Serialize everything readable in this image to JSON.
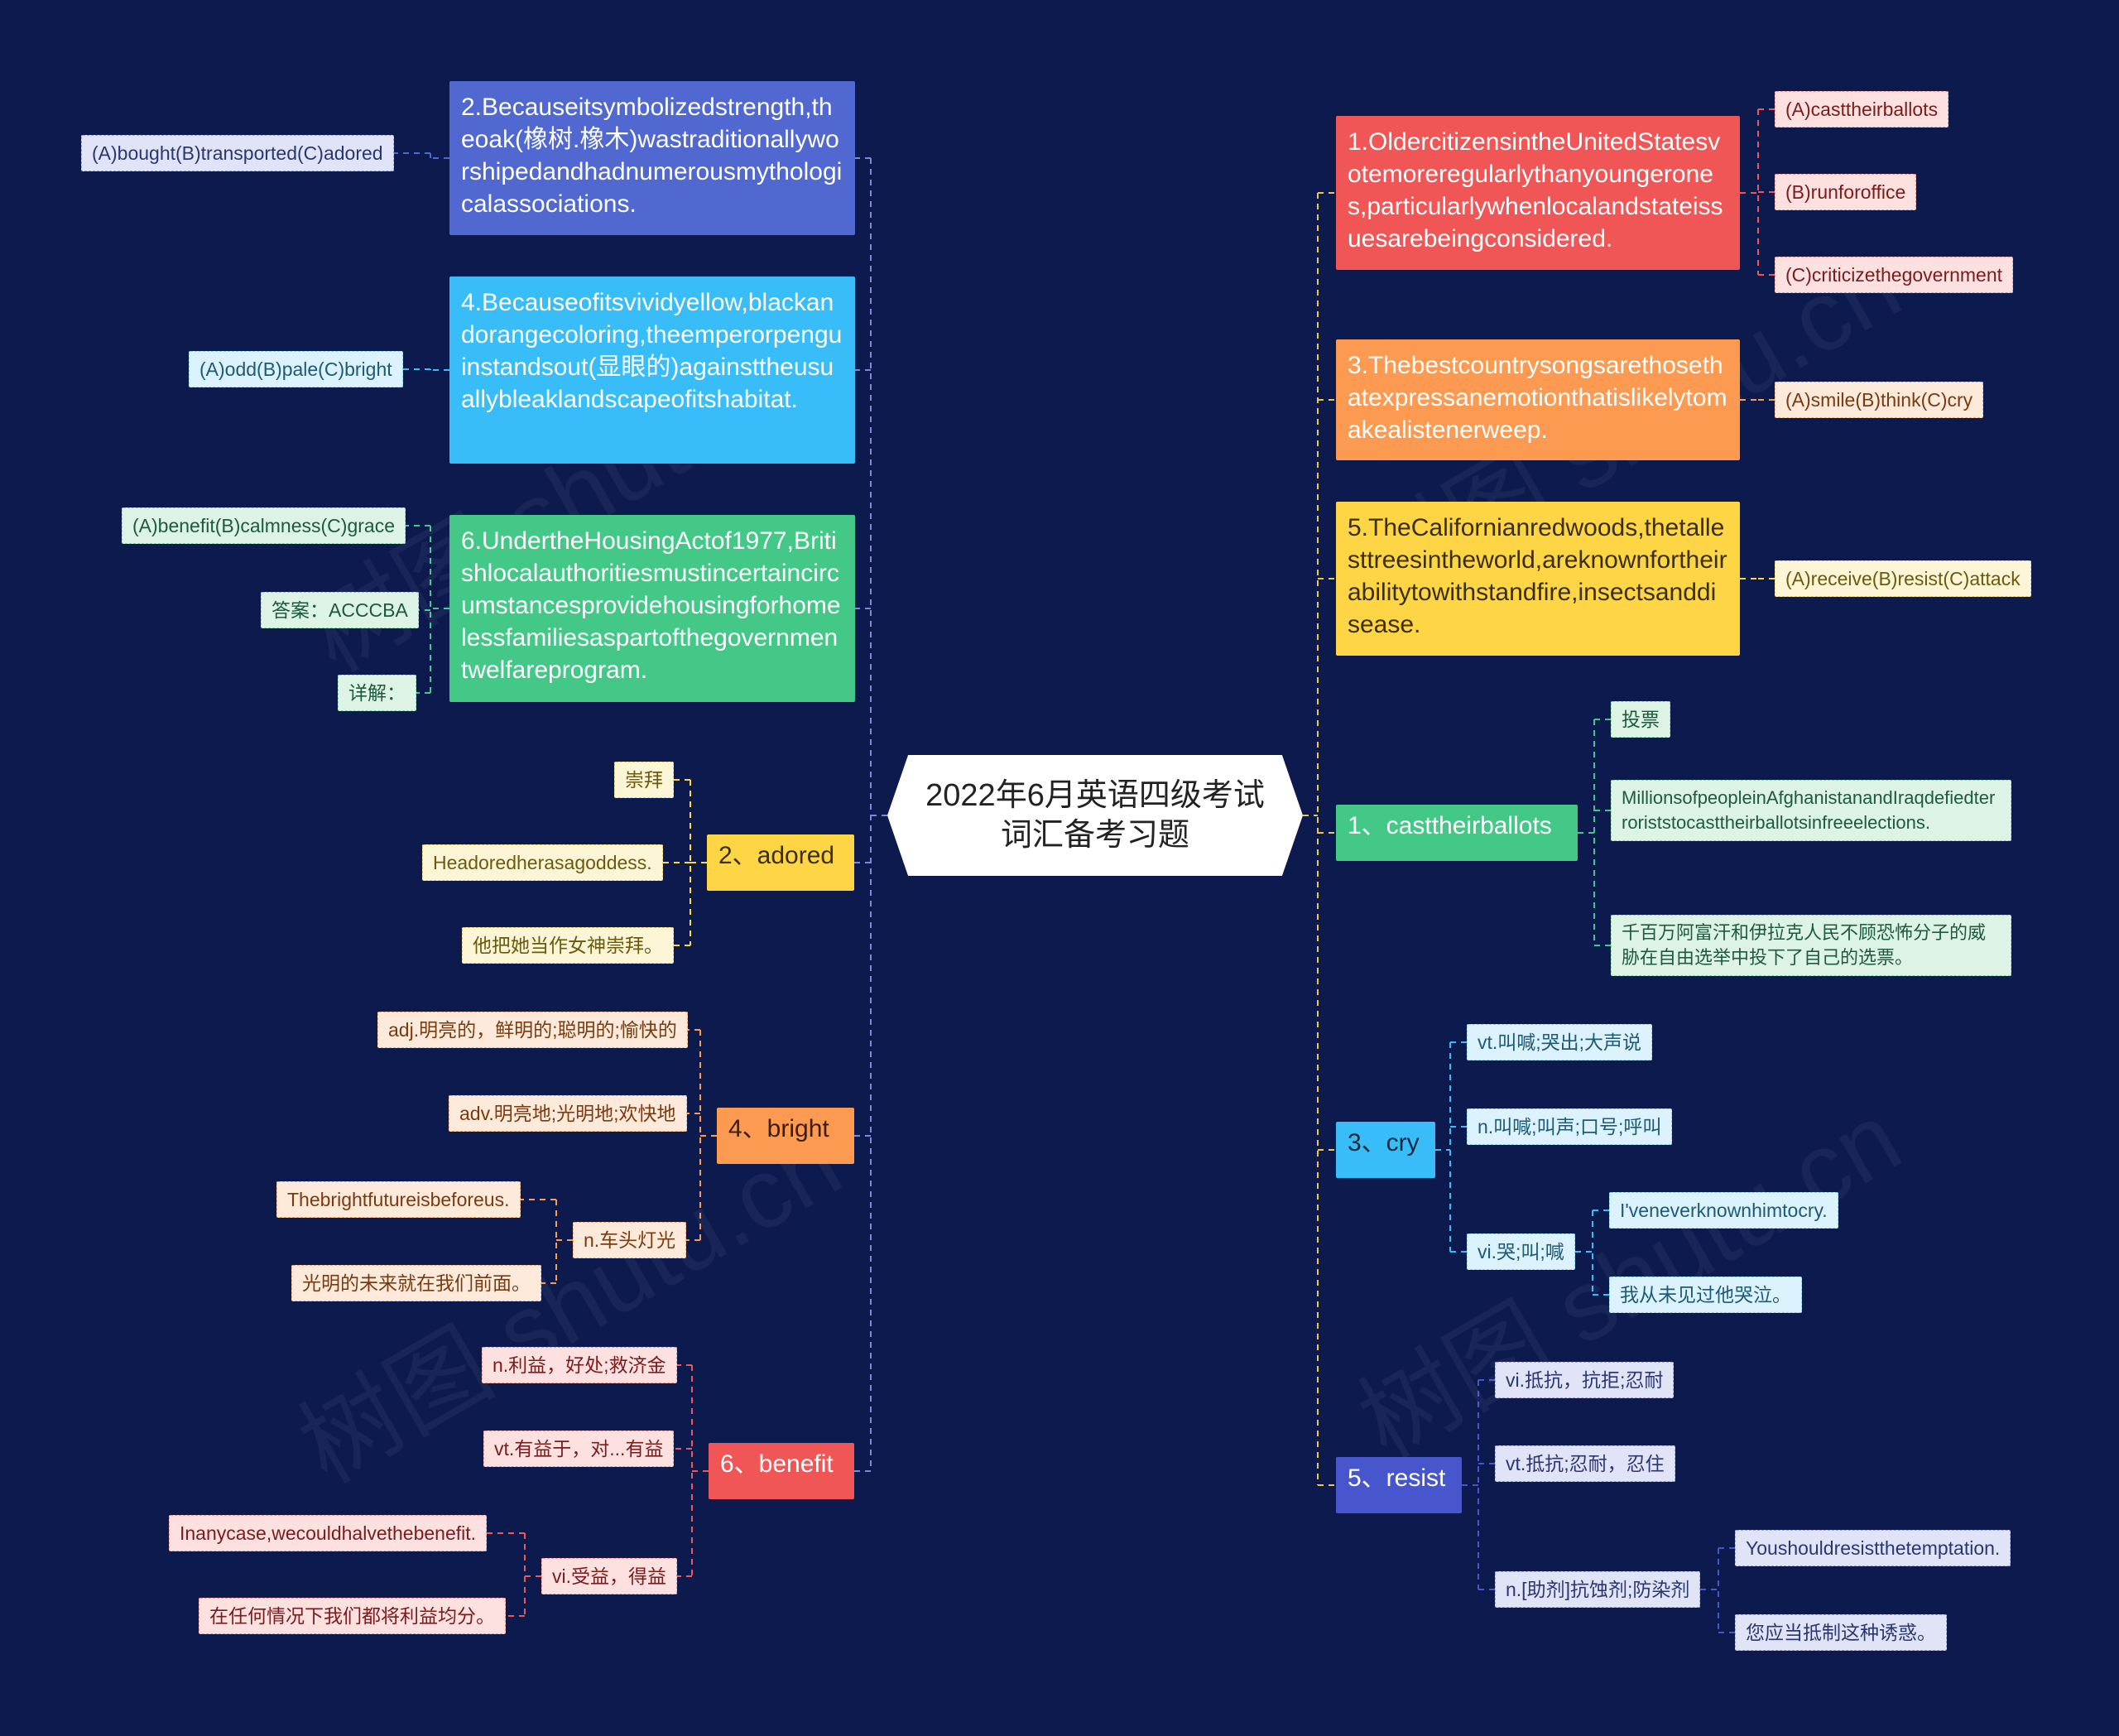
{
  "root": {
    "line1": "2022年6月英语四级考试",
    "line2": "词汇备考习题"
  },
  "left": {
    "q2": {
      "text": "2.Becauseitsymbolizedstrength,theoak(橡树.橡木)wastraditionallyworshipedandhadnumerousmythologicalassociations.",
      "options": "(A)bought(B)transported(C)adored"
    },
    "q4": {
      "text": "4.Becauseofitsvividyellow,blackandorangecoloring,theemperorpenguinstandsout(显眼的)againsttheusuallybleaklandscapeofitshabitat.",
      "options": "(A)odd(B)pale(C)bright"
    },
    "q6": {
      "text": "6.UndertheHousingActof1977,Britishlocalauthoritiesmustincertaincircumstancesprovidehousingforhomelessfamiliesaspartofthegovernmentwelfareprogram.",
      "options": "(A)benefit(B)calmness(C)grace",
      "answer": "答案：ACCCBA",
      "explain": "详解："
    },
    "w2": {
      "label": "2、adored",
      "items": [
        "崇拜",
        "Headoredherasagoddess.",
        "他把她当作女神崇拜。"
      ]
    },
    "w4": {
      "label": "4、bright",
      "items": [
        "adj.明亮的，鲜明的;聪明的;愉快的",
        "adv.明亮地;光明地;欢快地"
      ],
      "sub": {
        "label": "n.车头灯光",
        "items": [
          "Thebrightfutureisbeforeus.",
          "光明的未来就在我们前面。"
        ]
      }
    },
    "w6": {
      "label": "6、benefit",
      "items": [
        "n.利益，好处;救济金",
        "vt.有益于，对...有益"
      ],
      "sub": {
        "label": "vi.受益，得益",
        "items": [
          "Inanycase,wecouldhalvethebenefit.",
          "在任何情况下我们都将利益均分。"
        ]
      }
    }
  },
  "right": {
    "q1": {
      "text": "1.OldercitizensintheUnitedStatesvotemoreregularlythanyoungerones,particularlywhenlocalandstateissuesarebeingconsidered.",
      "options": [
        "(A)casttheirballots",
        "(B)runforoffice",
        "(C)criticizethegovernment"
      ]
    },
    "q3": {
      "text": "3.Thebestcountrysongsarethosethatexpressanemotionthatislikelytomakealistenerweep.",
      "options": "(A)smile(B)think(C)cry"
    },
    "q5": {
      "text": "5.TheCalifornianredwoods,thetallesttreesintheworld,areknownfortheirabilitytowithstandfire,insectsanddisease.",
      "options": "(A)receive(B)resist(C)attack"
    },
    "w1": {
      "label": "1、casttheirballots",
      "items": [
        "投票",
        "MillionsofpeopleinAfghanistanandIraqdefiedterroriststocasttheirballotsinfreeelections.",
        "千百万阿富汗和伊拉克人民不顾恐怖分子的威胁在自由选举中投下了自己的选票。"
      ]
    },
    "w3": {
      "label": "3、cry",
      "items": [
        "vt.叫喊;哭出;大声说",
        "n.叫喊;叫声;口号;呼叫"
      ],
      "sub": {
        "label": "vi.哭;叫;喊",
        "items": [
          "I'veneverknownhimtocry.",
          "我从未见过他哭泣。"
        ]
      }
    },
    "w5": {
      "label": "5、resist",
      "items": [
        "vi.抵抗，抗拒;忍耐",
        "vt.抵抗;忍耐，忍住"
      ],
      "sub": {
        "label": "n.[助剂]抗蚀剂;防染剂",
        "items": [
          "Youshouldresistthetemptation.",
          "您应当抵制这种诱惑。"
        ]
      }
    }
  },
  "colors": {
    "bg": "#0d1a4e",
    "blue": "#5068d0",
    "cyan": "#39bdf9",
    "green": "#44c888",
    "yellow": "#fdd545",
    "orange": "#fd9a52",
    "red": "#f15656",
    "indigo": "#4756cc"
  }
}
